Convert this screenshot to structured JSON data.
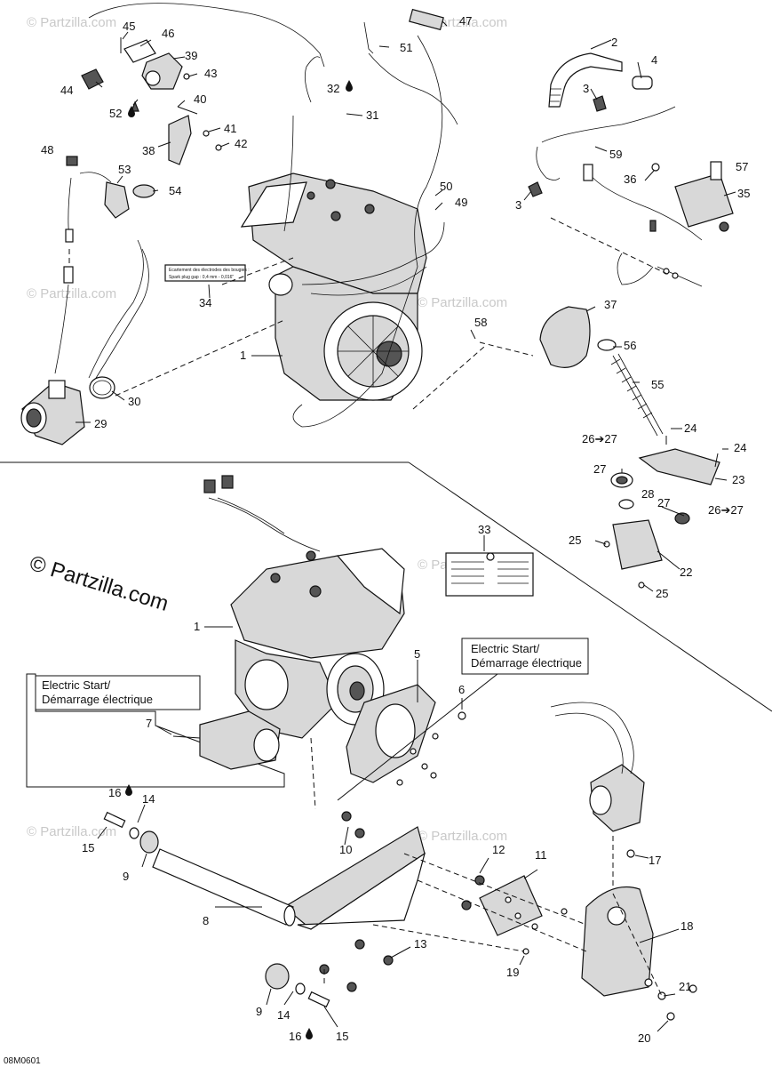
{
  "watermark": "© Partzilla.com",
  "partzilla_brand": "© Partzilla.com",
  "figure_id": "08M0601",
  "electric_start_boxes": [
    {
      "line1": "Electric Start/",
      "line2": "Démarrage électrique"
    },
    {
      "line1": "Electric Start/",
      "line2": "Démarrage électrique"
    }
  ],
  "label_34": {
    "line1": "Ecartement des électrodes des bougies :",
    "line2": "Spark plug gap :    0,4 mm - 0,016\""
  },
  "callouts": {
    "c1a": "1",
    "c2": "2",
    "c3a": "3",
    "c3b": "3",
    "c4": "4",
    "c22": "22",
    "c23": "23",
    "c24a": "24",
    "c24b": "24",
    "c25a": "25",
    "c25b": "25",
    "c26a": "26➔27",
    "c26b": "26➔27",
    "c27a": "27",
    "c27b": "27",
    "c28": "28",
    "c29": "29",
    "c30": "30",
    "c31": "31",
    "c32": "32",
    "c34": "34",
    "c35": "35",
    "c36": "36",
    "c37": "37",
    "c38": "38",
    "c39": "39",
    "c40": "40",
    "c41": "41",
    "c42": "42",
    "c43": "43",
    "c44": "44",
    "c45": "45",
    "c46": "46",
    "c47": "47",
    "c48": "48",
    "c49": "49",
    "c50": "50",
    "c51": "51",
    "c52": "52",
    "c53": "53",
    "c54": "54",
    "c55": "55",
    "c56": "56",
    "c57": "57",
    "c58": "58",
    "c59": "59",
    "c1b": "1",
    "c5": "5",
    "c6": "6",
    "c7": "7",
    "c8": "8",
    "c9a": "9",
    "c9b": "9",
    "c10": "10",
    "c11": "11",
    "c12": "12",
    "c13": "13",
    "c14a": "14",
    "c14b": "14",
    "c15a": "15",
    "c15b": "15",
    "c16a": "16",
    "c16b": "16",
    "c17": "17",
    "c18": "18",
    "c19": "19",
    "c20": "20",
    "c21": "21",
    "c33": "33"
  }
}
